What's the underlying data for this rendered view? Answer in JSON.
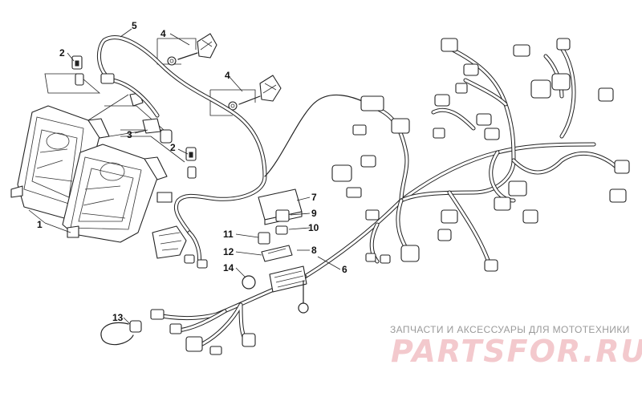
{
  "callouts": [
    {
      "id": "1",
      "label": "1"
    },
    {
      "id": "2a",
      "label": "2"
    },
    {
      "id": "2b",
      "label": "2"
    },
    {
      "id": "3",
      "label": "3"
    },
    {
      "id": "4a",
      "label": "4"
    },
    {
      "id": "4b",
      "label": "4"
    },
    {
      "id": "5",
      "label": "5"
    },
    {
      "id": "6",
      "label": "6"
    },
    {
      "id": "7",
      "label": "7"
    },
    {
      "id": "8",
      "label": "8"
    },
    {
      "id": "9",
      "label": "9"
    },
    {
      "id": "10",
      "label": "10"
    },
    {
      "id": "11",
      "label": "11"
    },
    {
      "id": "12",
      "label": "12"
    },
    {
      "id": "13",
      "label": "13"
    },
    {
      "id": "14",
      "label": "14"
    }
  ],
  "watermark": {
    "tagline": "ЗАПЧАСТИ И АКСЕССУАРЫ ДЛЯ МОТОТЕХНИКИ",
    "logo": "PARTSFOR.RU",
    "logo_color": "#f3c9cd",
    "tagline_color": "#9a9a9a"
  },
  "colors": {
    "line": "#222222",
    "background": "#ffffff"
  }
}
